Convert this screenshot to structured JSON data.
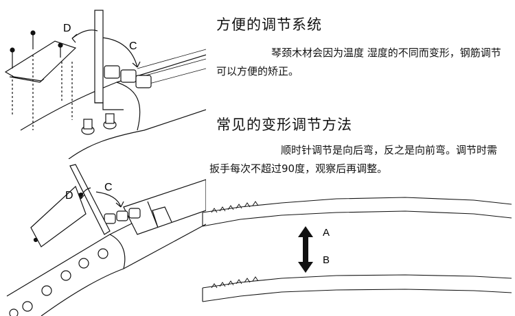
{
  "section1": {
    "title": "方便的调节系统",
    "body": "琴颈木材会因为温度 湿度的不同而变形，钢筋调节可以方便的矫正。"
  },
  "section2": {
    "title": "常见的变形调节方法",
    "body": "顺时针调节是向后弯，反之是向前弯。调节时需扳手每次不超过90度，观察后再调整。"
  },
  "figures": {
    "top_left": {
      "label_d": "D",
      "label_c": "C"
    },
    "bottom_left": {
      "label_d": "D",
      "label_c": "C"
    },
    "neck": {
      "label_a": "A",
      "label_b": "B"
    }
  }
}
